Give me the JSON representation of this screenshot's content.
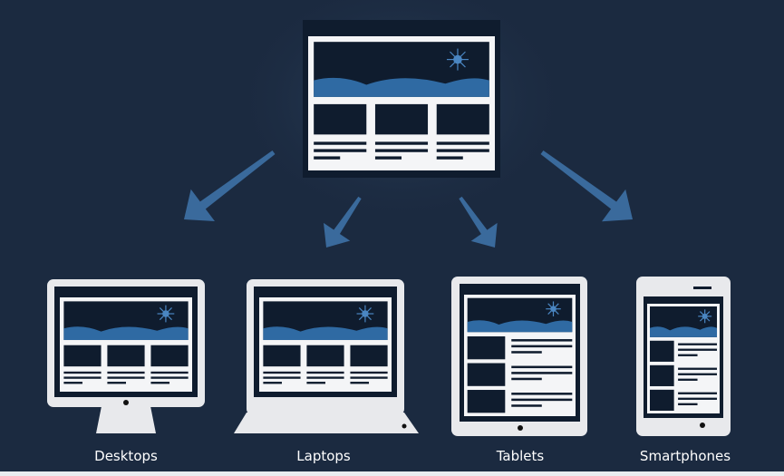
{
  "colors": {
    "background": "#1b2a40",
    "device": "#e8e9ec",
    "screen_dark": "#0f1c2e",
    "page_white": "#f4f5f7",
    "wave_blue": "#2f6aa3",
    "arrow_blue": "#3a6a9c"
  },
  "source": {
    "layout": "three-column"
  },
  "devices": [
    {
      "label": "Desktops",
      "icon": "desktop-monitor-icon",
      "layout": "three-column"
    },
    {
      "label": "Laptops",
      "icon": "laptop-icon",
      "layout": "three-column"
    },
    {
      "label": "Tablets",
      "icon": "tablet-icon",
      "layout": "list"
    },
    {
      "label": "Smartphones",
      "icon": "smartphone-icon",
      "layout": "list"
    }
  ]
}
